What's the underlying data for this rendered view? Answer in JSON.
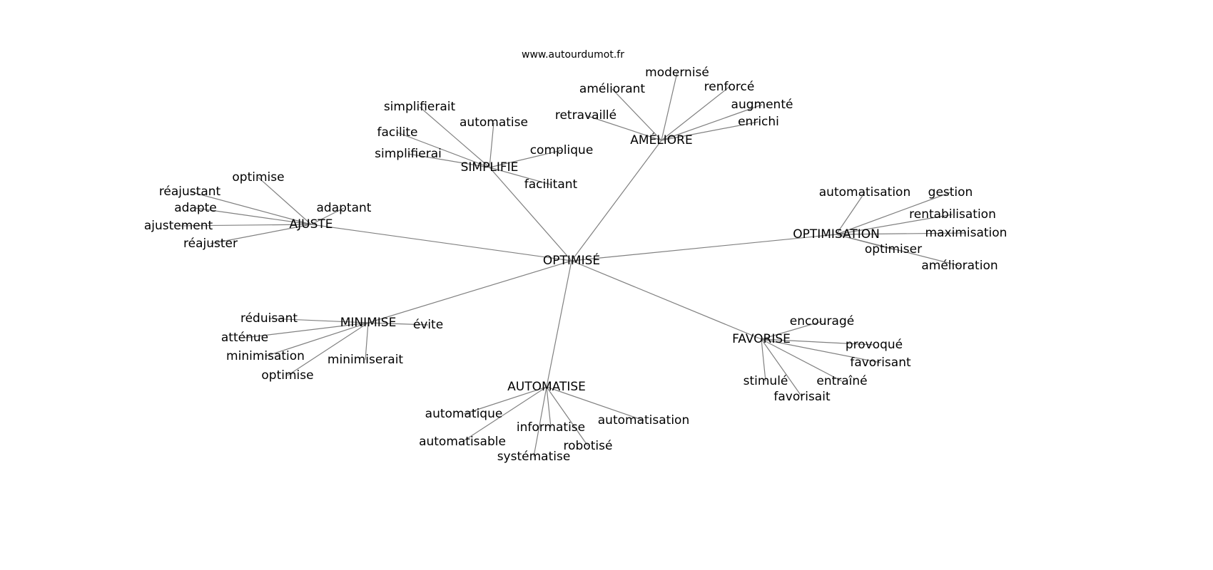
{
  "title": "www.autourdumot.fr",
  "center": "OPTIMISÉ",
  "hubs": [
    {
      "id": "ameliore",
      "label": "AMÉLIORE",
      "leaves": [
        "améliorant",
        "modernisé",
        "renforcé",
        "augmenté",
        "enrichi",
        "retravaillé"
      ]
    },
    {
      "id": "simplifie",
      "label": "SIMPLIFIE",
      "leaves": [
        "simplifierait",
        "automatise",
        "facilite",
        "simplifierai",
        "complique",
        "facilitant"
      ]
    },
    {
      "id": "ajuste",
      "label": "AJUSTE",
      "leaves": [
        "optimise",
        "réajustant",
        "adapte",
        "ajustement",
        "réajuster",
        "adaptant"
      ]
    },
    {
      "id": "optimisation",
      "label": "OPTIMISATION",
      "leaves": [
        "automatisation",
        "gestion",
        "rentabilisation",
        "maximisation",
        "optimiser",
        "amélioration"
      ]
    },
    {
      "id": "minimise",
      "label": "MINIMISE",
      "leaves": [
        "réduisant",
        "atténue",
        "minimisation",
        "optimise",
        "minimiserait",
        "évite"
      ]
    },
    {
      "id": "automatise",
      "label": "AUTOMATISE",
      "leaves": [
        "automatique",
        "informatise",
        "automatisation",
        "automatisable",
        "systématise",
        "robotisé"
      ]
    },
    {
      "id": "favorise",
      "label": "FAVORISE",
      "leaves": [
        "encouragé",
        "provoqué",
        "favorisant",
        "entraîné",
        "stimulé",
        "favorisait"
      ]
    }
  ],
  "colors": {
    "edge": "#808080",
    "text": "#000000",
    "background": "#ffffff"
  }
}
